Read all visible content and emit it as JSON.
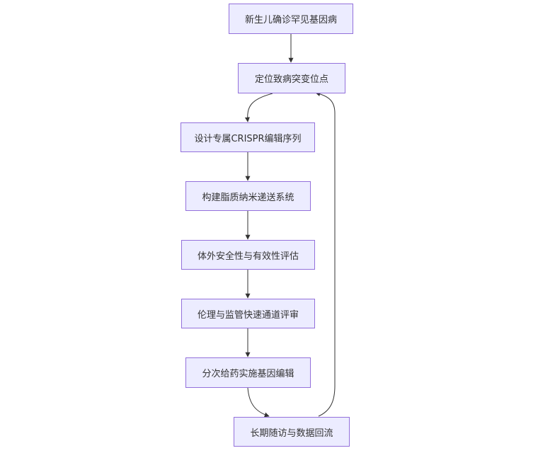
{
  "diagram": {
    "nodes": [
      {
        "id": "n1",
        "label": "新生儿确诊罕见基因病"
      },
      {
        "id": "n2",
        "label": "定位致病突变位点"
      },
      {
        "id": "n3",
        "label": "设计专属CRISPR编辑序列"
      },
      {
        "id": "n4",
        "label": "构建脂质纳米递送系统"
      },
      {
        "id": "n5",
        "label": "体外安全性与有效性评估"
      },
      {
        "id": "n6",
        "label": "伦理与监管快速通道评审"
      },
      {
        "id": "n7",
        "label": "分次给药实施基因编辑"
      },
      {
        "id": "n8",
        "label": "长期随访与数据回流"
      }
    ],
    "edges": [
      {
        "from": "n1",
        "to": "n2"
      },
      {
        "from": "n2",
        "to": "n3"
      },
      {
        "from": "n3",
        "to": "n4"
      },
      {
        "from": "n4",
        "to": "n5"
      },
      {
        "from": "n5",
        "to": "n6"
      },
      {
        "from": "n6",
        "to": "n7"
      },
      {
        "from": "n7",
        "to": "n8"
      },
      {
        "from": "n8",
        "to": "n2"
      }
    ],
    "colors": {
      "node_fill": "#ececff",
      "node_border": "#9370db",
      "edge": "#333333",
      "text": "#333333"
    }
  }
}
